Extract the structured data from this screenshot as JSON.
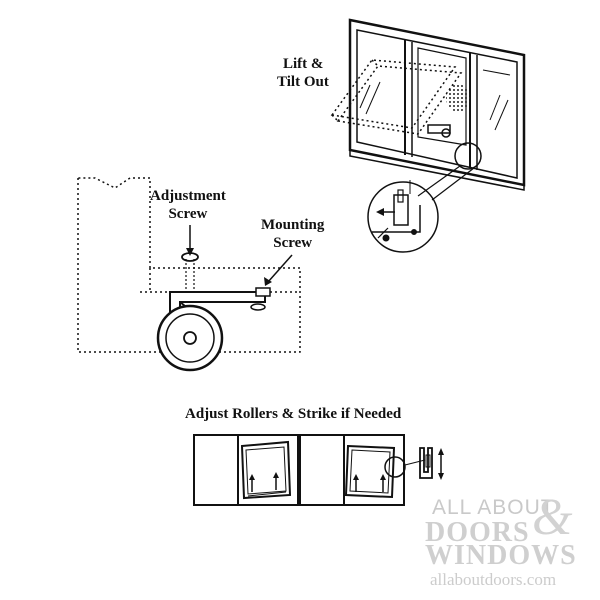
{
  "labels": {
    "lift_tilt_line1": "Lift &",
    "lift_tilt_line2": "Tilt Out",
    "adjustment_line1": "Adjustment",
    "adjustment_line2": "Screw",
    "mounting_line1": "Mounting",
    "mounting_line2": "Screw",
    "caption": "Adjust Rollers & Strike if Needed"
  },
  "watermark": {
    "line1": "ALL ABOUT",
    "line2": "DOORS",
    "ampersand": "&",
    "line3": "WINDOWS",
    "url": "allaboutdoors.com"
  },
  "colors": {
    "ink": "#111111",
    "watermark": "#cccccc"
  }
}
